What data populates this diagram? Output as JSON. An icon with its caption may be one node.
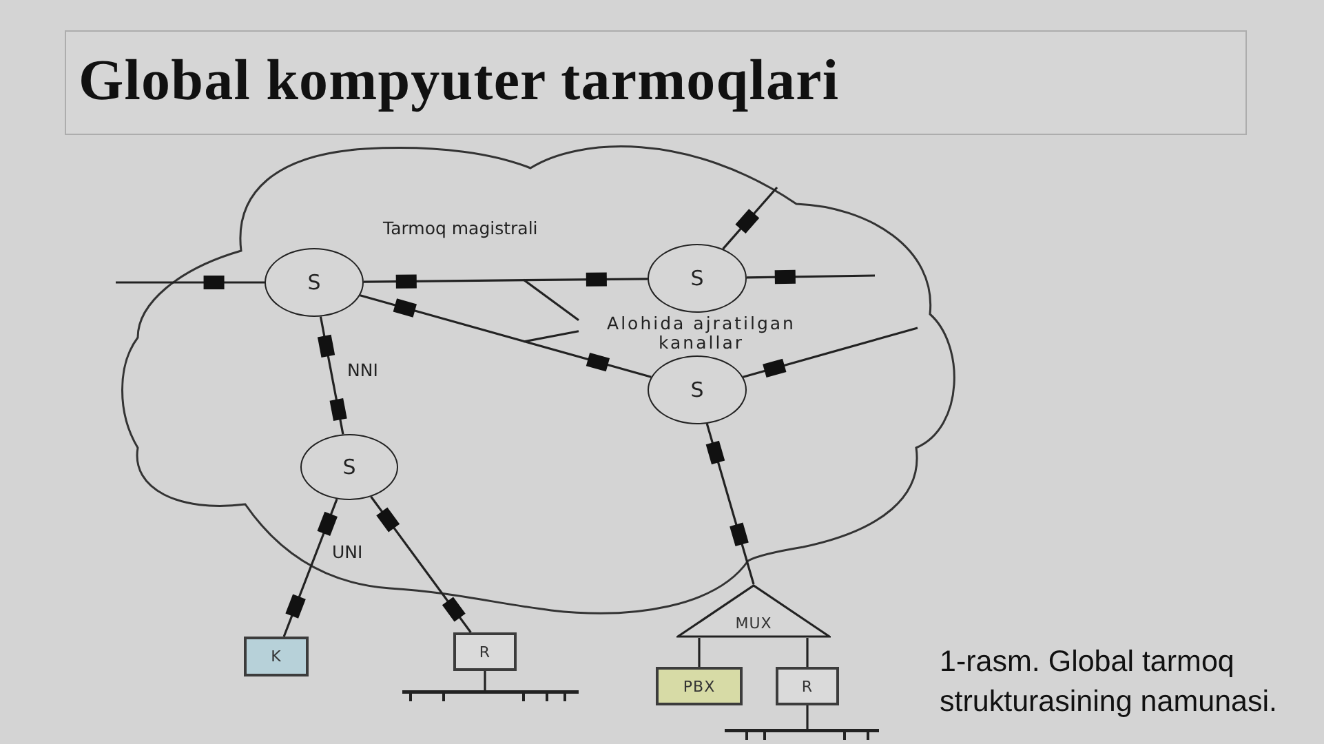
{
  "diagram": {
    "title": "Global kompyuter tarmoqlari",
    "caption": "1-rasm. Global tarmoq strukturasining namunasi.",
    "nodes": [
      {
        "text": [
          "S"
        ]
      },
      {
        "text": [
          "S"
        ]
      },
      {
        "text": [
          "Alohida ajratilgan kanallar"
        ]
      },
      {
        "text": [
          "S"
        ]
      },
      {
        "text": [
          "S"
        ]
      },
      {
        "text": [
          "MUX"
        ]
      },
      {
        "text": [
          "K"
        ]
      },
      {
        "text": [
          "R"
        ]
      },
      {
        "text": [
          "PBX"
        ]
      },
      {
        "text": [
          "R"
        ]
      },
      {
        "text": [],
        "shape": "bar"
      },
      {
        "text": [],
        "shape": "bar"
      }
    ],
    "edges": [
      {
        "from": null,
        "to": 0,
        "arrow": "none"
      },
      {
        "from": 0,
        "to": 1,
        "arrow": "none"
      },
      {
        "from": 1,
        "to": null,
        "arrow": "none"
      },
      {
        "from": 1,
        "to": null,
        "arrow": "none"
      },
      {
        "from": 0,
        "to": 3,
        "arrow": "none"
      },
      {
        "from": 3,
        "to": null,
        "arrow": "none"
      },
      {
        "from": 0,
        "to": 4,
        "arrow": "none"
      },
      {
        "from": 4,
        "to": 6,
        "arrow": "none"
      },
      {
        "from": 4,
        "to": 7,
        "arrow": "none"
      },
      {
        "from": 3,
        "to": 5,
        "arrow": "none"
      },
      {
        "from": 5,
        "to": 8,
        "arrow": "none"
      },
      {
        "from": 5,
        "to": 9,
        "arrow": "none"
      },
      {
        "from": 7,
        "to": 10,
        "arrow": "none"
      },
      {
        "from": 9,
        "to": 11,
        "arrow": "none"
      },
      {
        "from": 2,
        "to": null,
        "arrow": "none"
      },
      {
        "from": 2,
        "to": null,
        "arrow": "none"
      }
    ],
    "labels": [
      "Tarmoq magistrali",
      "NNI",
      "UNI"
    ]
  }
}
